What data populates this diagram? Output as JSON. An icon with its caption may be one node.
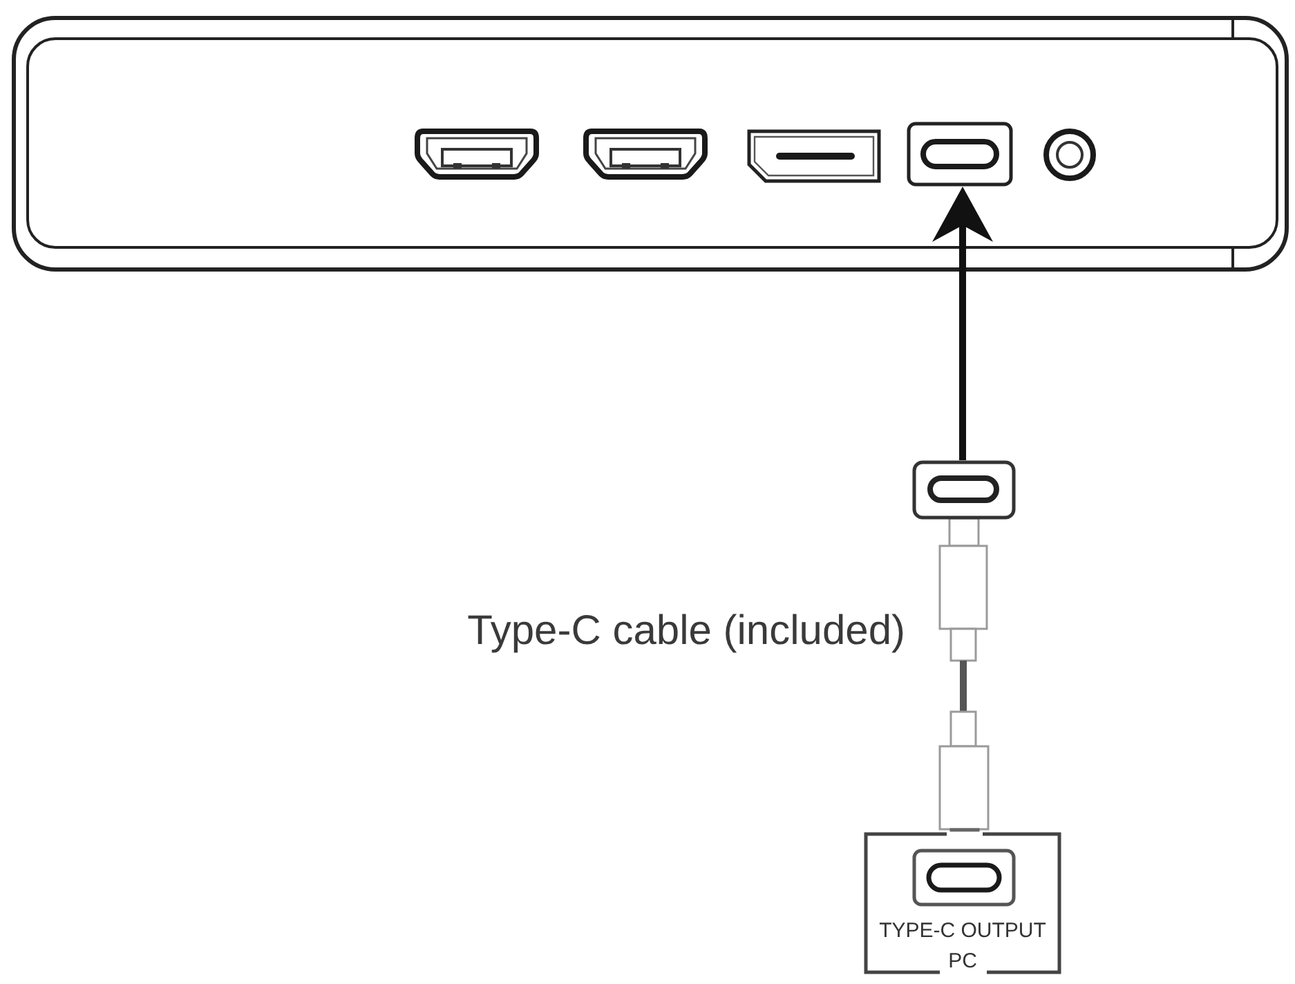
{
  "diagram": {
    "nodes": [
      {
        "text": [],
        "shape": "box"
      },
      {
        "text": [],
        "shape": "box",
        "in": 0
      },
      {
        "text": [],
        "shape": "picture",
        "beside": [
          "Type-C cable (included)"
        ]
      },
      {
        "text": [
          "TYPE-C OUTPUT",
          "PC"
        ]
      }
    ],
    "edges": [
      {
        "from": 2,
        "to": 1,
        "arrow": "to"
      }
    ]
  }
}
